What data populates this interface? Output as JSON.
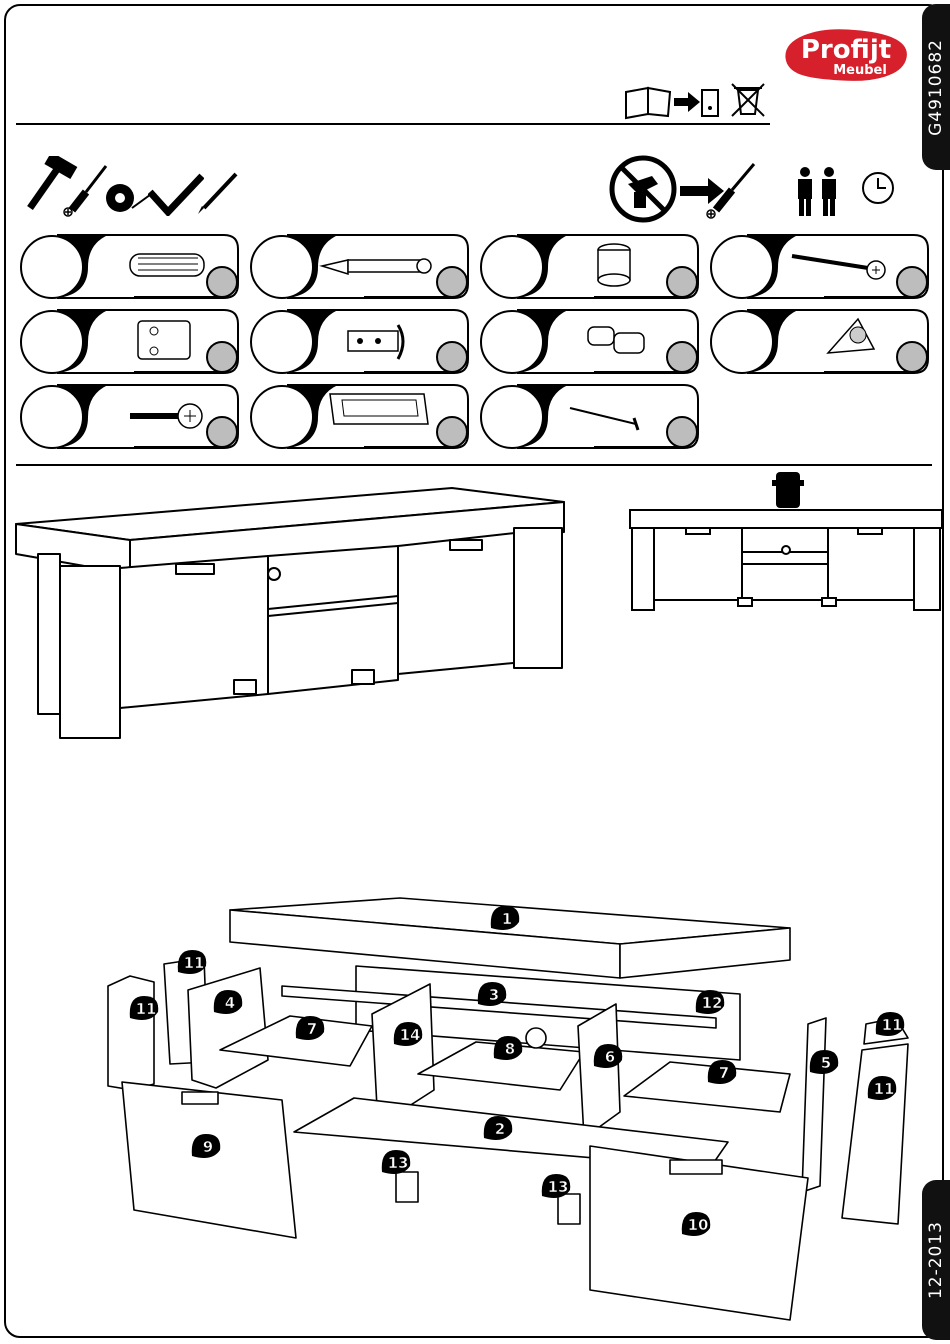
{
  "brand": {
    "name": "Profijt",
    "sub": "Meubel",
    "color": "#d6202c"
  },
  "article_code": "G4910682",
  "date_code": "12-2013",
  "header_icons": [
    "manual-to-folder-icon",
    "no-wastebin-icon"
  ],
  "tools": [
    "hammer-icon",
    "phillips-screwdriver-icon",
    "tape-measure-icon",
    "set-square-icon",
    "pencil-icon"
  ],
  "advice_icons": [
    "no-power-drill-icon",
    "phillips-screwdriver-icon",
    "two-persons-icon",
    "clock-icon"
  ],
  "hardware": [
    {
      "id": "dowel",
      "icon": "wooden-dowel-icon"
    },
    {
      "id": "cam-bolt",
      "icon": "cam-bolt-icon"
    },
    {
      "id": "cam-lock",
      "icon": "cam-lock-icon"
    },
    {
      "id": "wood-screw",
      "icon": "wood-screw-icon"
    },
    {
      "id": "hinge-plate",
      "icon": "hinge-mounting-plate-icon"
    },
    {
      "id": "hinge",
      "icon": "cabinet-hinge-icon"
    },
    {
      "id": "shelf-support",
      "icon": "shelf-support-icon"
    },
    {
      "id": "felt-pad",
      "icon": "felt-pad-icon"
    },
    {
      "id": "handle-screw",
      "icon": "handle-screw-icon"
    },
    {
      "id": "handle",
      "icon": "door-handle-icon"
    },
    {
      "id": "nail",
      "icon": "nail-icon"
    }
  ],
  "parts": [
    "1",
    "2",
    "3",
    "4",
    "5",
    "6",
    "7",
    "7",
    "8",
    "9",
    "10",
    "11",
    "11",
    "11",
    "11",
    "12",
    "13",
    "13",
    "14"
  ]
}
